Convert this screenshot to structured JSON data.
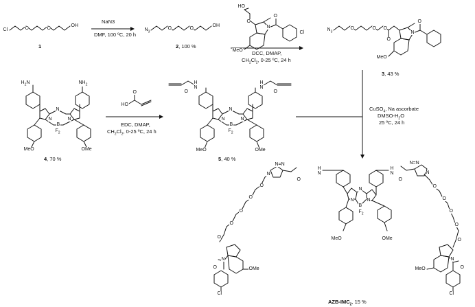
{
  "scheme": {
    "step1": {
      "reagent": "NaN3",
      "conditions": "DMF, 100 ºC, 20 h"
    },
    "step2": {
      "reagent": "DCC, DMAP,",
      "conditions": "CH2Cl2, 0-25 ºC, 24 h"
    },
    "step3": {
      "reagent": "EDC, DMAP,",
      "conditions": "CH2Cl2, 0-25 ºC, 24 h"
    },
    "step4": {
      "line1": "CuSO4, Na ascorbate",
      "line2": "DMSO-H2O",
      "line3": "25 ºC, 24 h"
    },
    "compounds": {
      "c1": {
        "number": "1",
        "yield": ""
      },
      "c2": {
        "number": "2",
        "yield": ", 100 %"
      },
      "c3": {
        "number": "3",
        "yield": ", 43 %"
      },
      "c4": {
        "number": "4",
        "yield": ", 70 %"
      },
      "c5": {
        "number": "5",
        "yield": ", 40 %"
      },
      "c6": {
        "number": "AZB-IMC",
        "sub": "2",
        "yield": ", 15 %"
      }
    },
    "atoms": {
      "cl": "Cl",
      "oh": "OH",
      "o": "O",
      "n3": "N",
      "n3sub": "3",
      "n": "N",
      "nh": "H",
      "nh2": "NH",
      "nh2sub": "2",
      "b": "B",
      "f2": "F",
      "f2sub": "2",
      "meo": "MeO",
      "ome": "OMe",
      "n2": "N",
      "hn": "HN",
      "hnN": "H"
    }
  }
}
